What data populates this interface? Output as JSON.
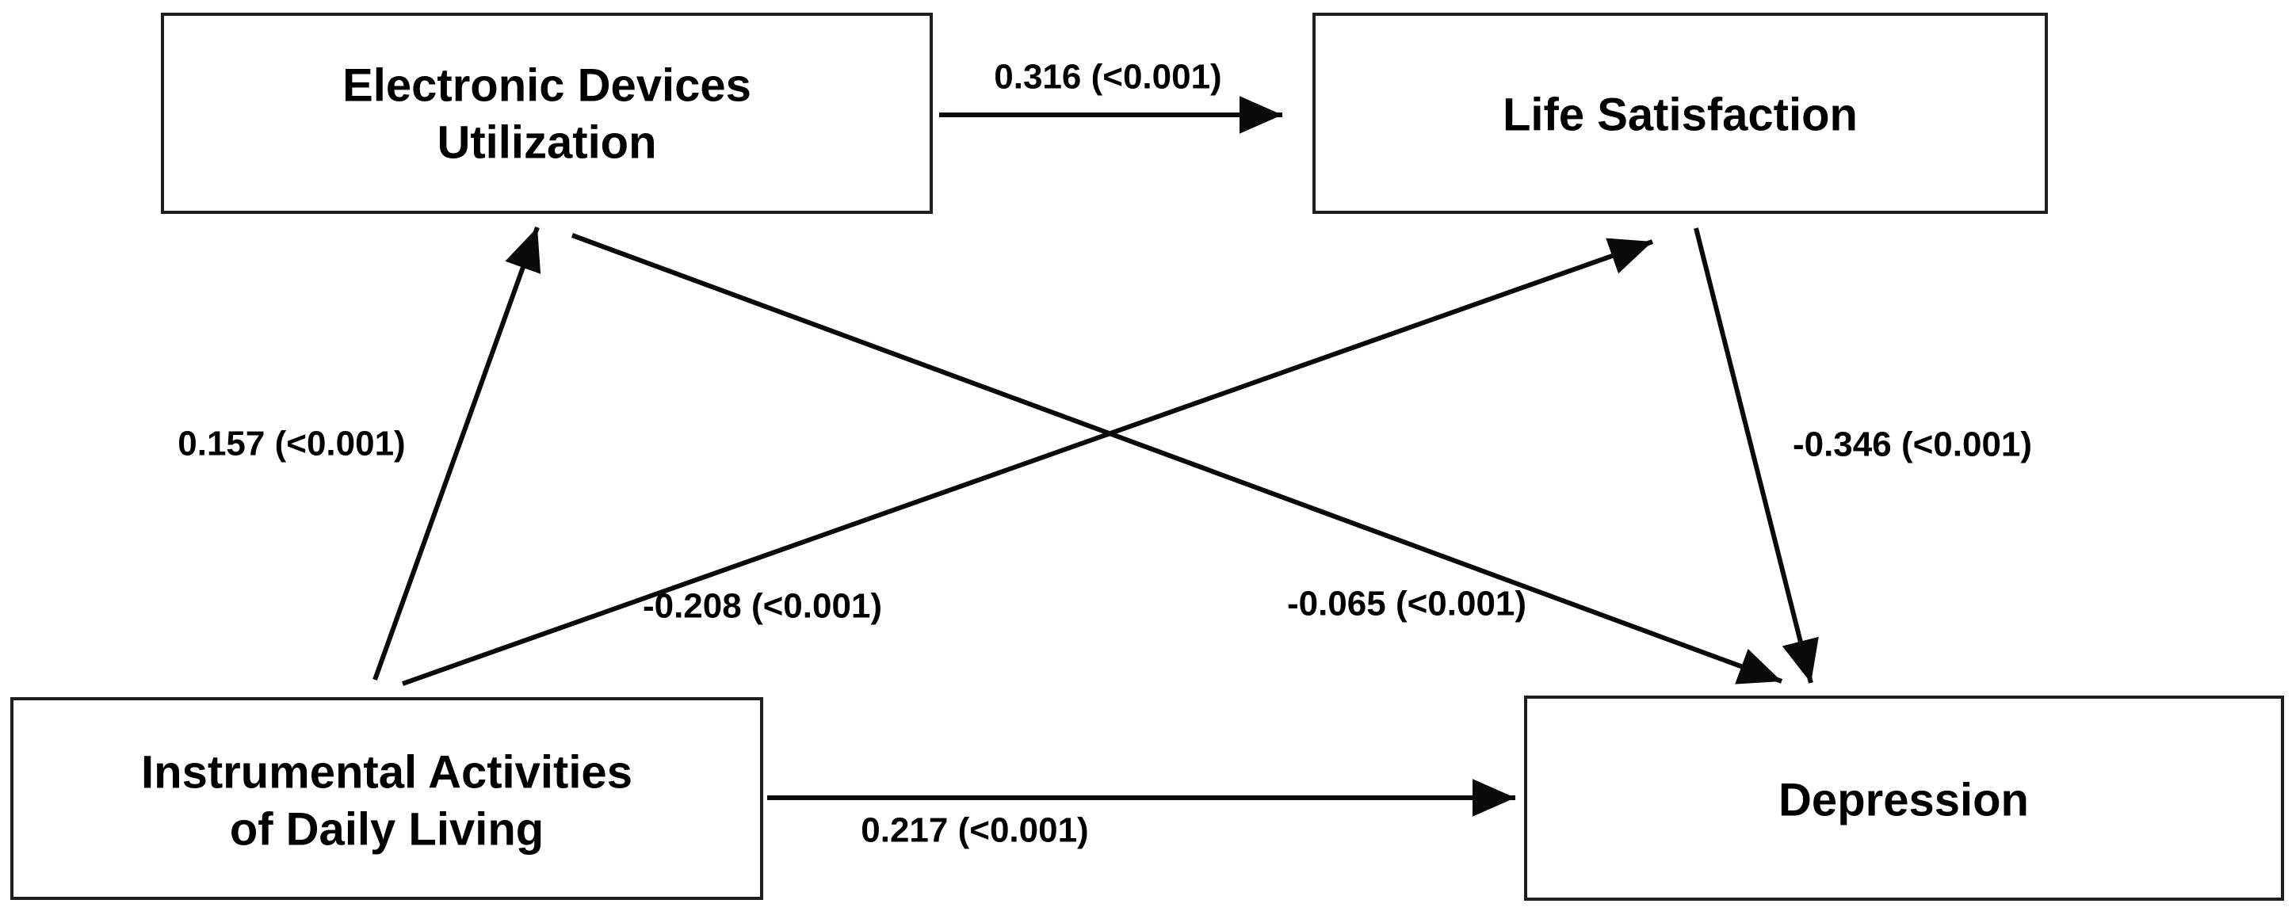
{
  "diagram": {
    "type": "path-model",
    "background_color": "#ffffff",
    "box_fill_color": "#ffffff",
    "box_border_color": "#1f1f1f",
    "arrow_color": "#0a0a0a",
    "text_color": "#000000",
    "nodes": {
      "edu": {
        "name": "Electronic Devices Utilization",
        "line1": "Electronic Devices",
        "line2": "Utilization"
      },
      "ls": {
        "name": "Life Satisfaction",
        "line1": "Life Satisfaction"
      },
      "iadl": {
        "name": "Instrumental Activities of Daily Living",
        "line1": "Instrumental Activities",
        "line2": "of Daily Living"
      },
      "dep": {
        "name": "Depression",
        "line1": "Depression"
      }
    },
    "edges": {
      "edu_to_ls": {
        "from": "Electronic Devices Utilization",
        "to": "Life Satisfaction",
        "coefficient": 0.316,
        "p": "<0.001",
        "label": "0.316 (<0.001)"
      },
      "iadl_to_edu": {
        "from": "Instrumental Activities of Daily Living",
        "to": "Electronic Devices Utilization",
        "coefficient": 0.157,
        "p": "<0.001",
        "label": "0.157 (<0.001)"
      },
      "iadl_to_ls": {
        "from": "Instrumental Activities of Daily Living",
        "to": "Life Satisfaction",
        "coefficient": -0.208,
        "p": "<0.001",
        "label": "-0.208 (<0.001)"
      },
      "edu_to_dep": {
        "from": "Electronic Devices Utilization",
        "to": "Depression",
        "coefficient": -0.065,
        "p": "<0.001",
        "label": "-0.065 (<0.001)"
      },
      "ls_to_dep": {
        "from": "Life Satisfaction",
        "to": "Depression",
        "coefficient": -0.346,
        "p": "<0.001",
        "label": "-0.346 (<0.001)"
      },
      "iadl_to_dep": {
        "from": "Instrumental Activities of Daily Living",
        "to": "Depression",
        "coefficient": 0.217,
        "p": "<0.001",
        "label": "0.217 (<0.001)"
      }
    }
  }
}
